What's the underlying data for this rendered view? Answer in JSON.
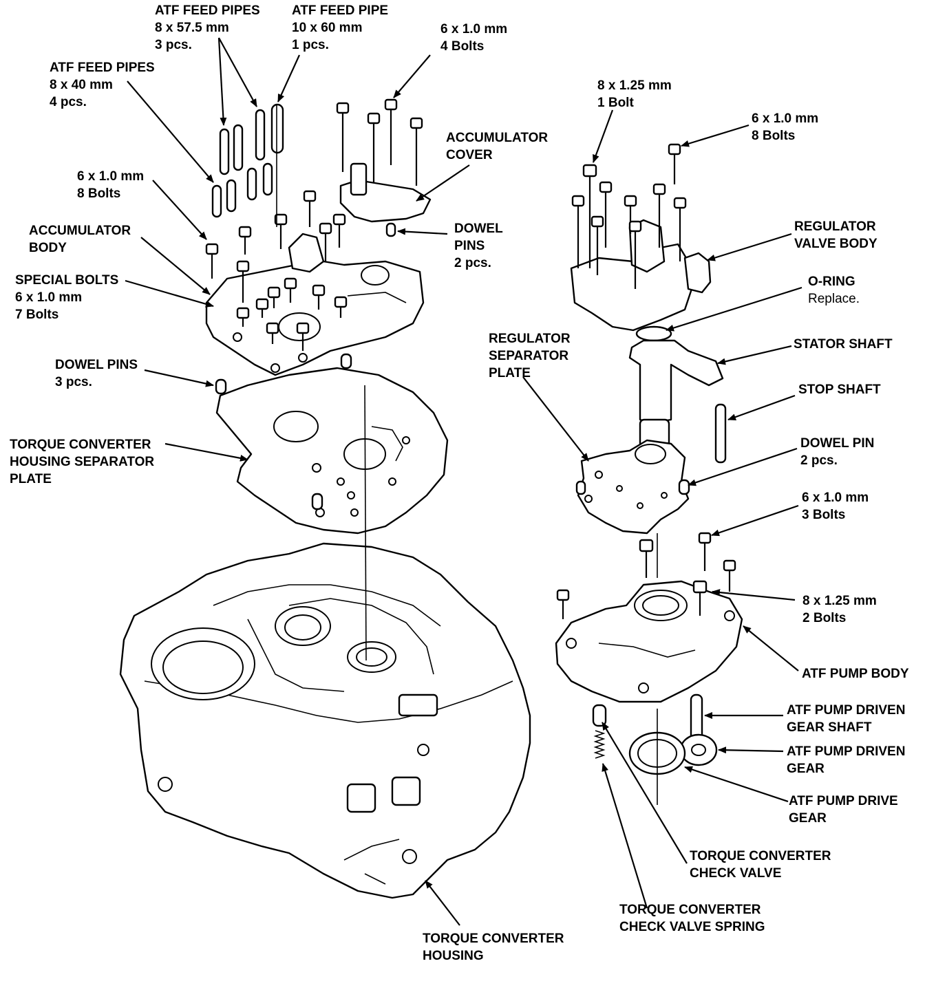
{
  "labels": {
    "atf_feed_pipes_575": [
      "ATF FEED PIPES",
      "8 x 57.5 mm",
      "3 pcs."
    ],
    "atf_feed_pipe_60": [
      "ATF FEED PIPE",
      "10 x 60 mm",
      "1 pcs."
    ],
    "bolts_6x1_4": [
      "6 x 1.0 mm",
      "4 Bolts"
    ],
    "atf_feed_pipes_40": [
      "ATF FEED PIPES",
      "8 x 40 mm",
      "4 pcs."
    ],
    "accumulator_cover": [
      "ACCUMULATOR",
      "COVER"
    ],
    "bolts_6x1_8_left": [
      "6 x 1.0 mm",
      "8 Bolts"
    ],
    "accumulator_body": [
      "ACCUMULATOR",
      "BODY"
    ],
    "dowel_pins_2": [
      "DOWEL",
      "PINS",
      "2 pcs."
    ],
    "special_bolts": [
      "SPECIAL BOLTS",
      "6 x 1.0 mm",
      "7 Bolts"
    ],
    "dowel_pins_3": [
      "DOWEL PINS",
      "3 pcs."
    ],
    "tc_housing_sep_plate": [
      "TORQUE CONVERTER",
      "HOUSING SEPARATOR",
      "PLATE"
    ],
    "bolt_8x125_1": [
      "8 x 1.25 mm",
      "1 Bolt"
    ],
    "bolts_6x1_8_right": [
      "6 x 1.0 mm",
      "8 Bolts"
    ],
    "regulator_valve_body": [
      "REGULATOR",
      "VALVE BODY"
    ],
    "o_ring": [
      "O-RING",
      "Replace."
    ],
    "regulator_sep_plate": [
      "REGULATOR",
      "SEPARATOR",
      "PLATE"
    ],
    "stator_shaft": [
      "STATOR SHAFT"
    ],
    "stop_shaft": [
      "STOP SHAFT"
    ],
    "dowel_pin_2": [
      "DOWEL PIN",
      "2 pcs."
    ],
    "bolts_6x1_3": [
      "6 x 1.0 mm",
      "3 Bolts"
    ],
    "bolts_8x125_2": [
      "8 x 1.25 mm",
      "2 Bolts"
    ],
    "atf_pump_body": [
      "ATF PUMP BODY"
    ],
    "atf_pump_driven_gear_shaft": [
      "ATF PUMP DRIVEN",
      "GEAR SHAFT"
    ],
    "atf_pump_driven_gear": [
      "ATF PUMP DRIVEN",
      "GEAR"
    ],
    "atf_pump_drive_gear": [
      "ATF PUMP DRIVE",
      "GEAR"
    ],
    "tc_check_valve": [
      "TORQUE CONVERTER",
      "CHECK VALVE"
    ],
    "tc_check_valve_spring": [
      "TORQUE CONVERTER",
      "CHECK VALVE SPRING"
    ],
    "tc_housing": [
      "TORQUE CONVERTER",
      "HOUSING"
    ]
  }
}
